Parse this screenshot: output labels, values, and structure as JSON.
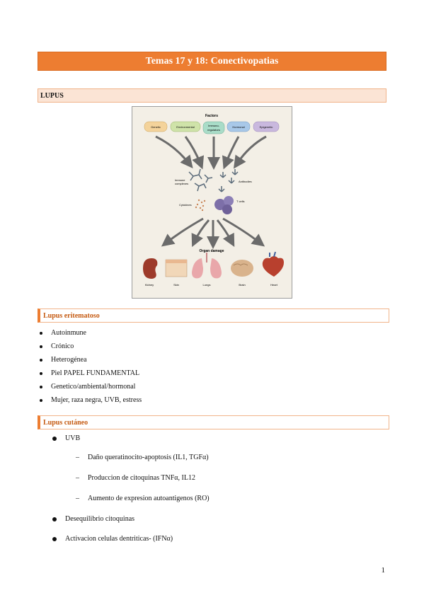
{
  "title": "Temas 17 y 18: Conectivopatias",
  "section": "LUPUS",
  "figure": {
    "heading_factors": "Factors",
    "factors": [
      "Genetic",
      "Environmental",
      "Immuno-\nregulators",
      "Hormonal",
      "Epigenetic"
    ],
    "factor_colors": [
      "#f4d39b",
      "#cfe3a9",
      "#a9dcc8",
      "#a8c8e8",
      "#c9b8de"
    ],
    "mediators": [
      "Immune complexes",
      "Antibodies",
      "Cytokines",
      "T cells"
    ],
    "heading_organs": "Organ damage",
    "organs": [
      "Kidney",
      "Skin",
      "Lungs",
      "Brain",
      "Heart"
    ]
  },
  "sub1": {
    "title": "Lupus eritematoso",
    "items": [
      "Autoinmune",
      "Crónico",
      "Heterogénea",
      "Piel PAPEL FUNDAMENTAL",
      "Genetico/ambiental/hormonal",
      "Mujer, raza negra, UVB, estress"
    ]
  },
  "sub2": {
    "title": "Lupus cutáneo",
    "uvb": "UVB",
    "uvb_items": [
      "Daño queratinocito-apoptosis (IL1, TGFα)",
      "Produccion de citoquinas TNFα, IL12",
      "Aumento de expresion autoantigenos (RO)"
    ],
    "items": [
      "Desequilibrio citoquinas",
      "Activacion celulas dentriticas- (IFNα)"
    ]
  },
  "page_number": "1"
}
